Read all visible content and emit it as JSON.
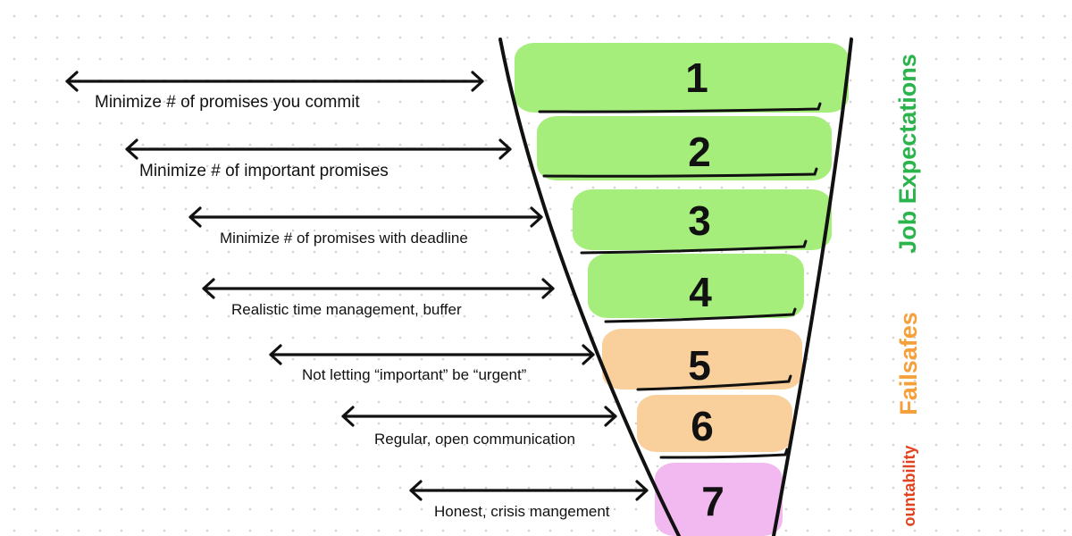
{
  "levels": [
    {
      "number": "1",
      "label": "Minimize # of promises you commit",
      "color": "#a6ee7c"
    },
    {
      "number": "2",
      "label": "Minimize # of important promises",
      "color": "#a6ee7c"
    },
    {
      "number": "3",
      "label": "Minimize # of promises with deadline",
      "color": "#a6ee7c"
    },
    {
      "number": "4",
      "label": "Realistic time management, buffer",
      "color": "#a6ee7c"
    },
    {
      "number": "5",
      "label": "Not letting “important” be “urgent”",
      "color": "#f9cf9c"
    },
    {
      "number": "6",
      "label": "Regular, open communication",
      "color": "#f9cf9c"
    },
    {
      "number": "7",
      "label": "Honest, crisis mangement",
      "color": "#f2b8f0"
    }
  ],
  "categories": [
    {
      "text": "Job Expectations",
      "color": "#2bb44c"
    },
    {
      "text": "Failsafes",
      "color": "#f5a03a"
    },
    {
      "text": "ountability",
      "color": "#e0431f"
    }
  ]
}
